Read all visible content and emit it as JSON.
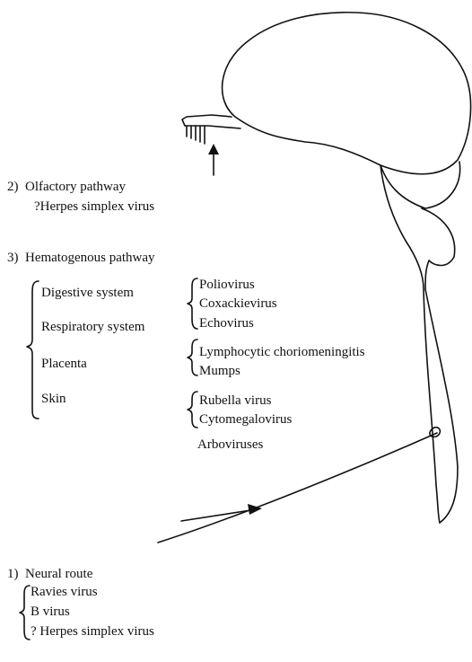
{
  "olfactory": {
    "heading": "2)  Olfactory pathway",
    "virus": "?Herpes simplex virus"
  },
  "hematogenous": {
    "heading": "3)  Hematogenous pathway",
    "sources": [
      "Digestive system",
      "Respiratory system",
      "Placenta",
      "Skin"
    ],
    "virus_groups": [
      [
        "Poliovirus",
        "Coxackievirus",
        "Echovirus"
      ],
      [
        "Lymphocytic choriomeningitis",
        "Mumps"
      ],
      [
        "Rubella virus",
        "Cytomegalovirus"
      ]
    ],
    "extra_virus": "Arboviruses"
  },
  "neural": {
    "heading": "1)  Neural route",
    "viruses": [
      "Ravies virus",
      "B virus",
      "? Herpes simplex virus"
    ]
  }
}
